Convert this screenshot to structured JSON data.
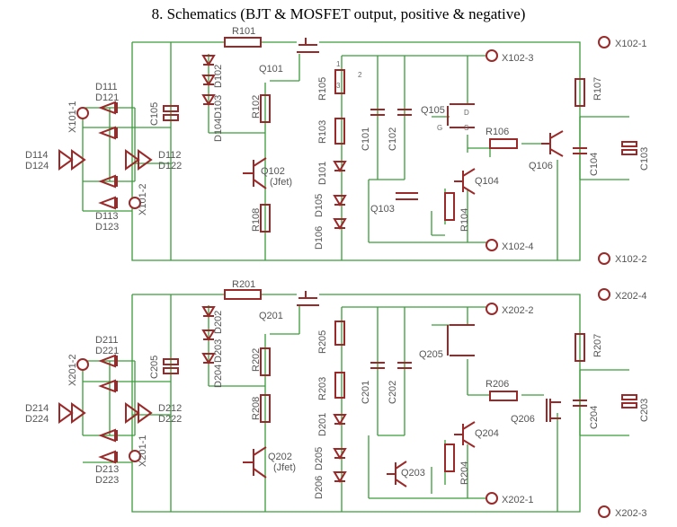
{
  "title": "8. Schematics (BJT & MOSFET output, positive & negative)",
  "colors": {
    "wire": "#3c9b3c",
    "component": "#9a2a2a",
    "label": "#555555"
  },
  "top": {
    "diodes": [
      "D111",
      "D121",
      "D113",
      "D123",
      "D114",
      "D124",
      "D112",
      "D122"
    ],
    "bridge_inputs": [
      "X101-1",
      "X101-2"
    ],
    "caps": [
      "C105",
      "C101",
      "C102",
      "C104",
      "C103"
    ],
    "resistors": [
      "R101",
      "R102",
      "R103",
      "R104",
      "R105",
      "R106",
      "R107",
      "R108"
    ],
    "leds": [
      "D102",
      "D103",
      "D104",
      "D101",
      "D105",
      "D106"
    ],
    "transistors": [
      "Q101",
      "Q102",
      "Q103",
      "Q104",
      "Q105",
      "Q106"
    ],
    "jfet": "(Jfet)",
    "outputs": [
      "X102-1",
      "X102-2",
      "X102-3",
      "X102-4"
    ],
    "pins": [
      "1",
      "2",
      "3",
      "G",
      "S",
      "D"
    ]
  },
  "bottom": {
    "diodes": [
      "D211",
      "D221",
      "D213",
      "D223",
      "D214",
      "D224",
      "D212",
      "D222"
    ],
    "bridge_inputs": [
      "X201-2",
      "X201-1"
    ],
    "caps": [
      "C205",
      "C201",
      "C202",
      "C204",
      "C203"
    ],
    "resistors": [
      "R201",
      "R202",
      "R203",
      "R204",
      "R205",
      "R206",
      "R207",
      "R208"
    ],
    "leds": [
      "D202",
      "D203",
      "D204",
      "D201",
      "D205",
      "D206"
    ],
    "transistors": [
      "Q201",
      "Q202",
      "Q203",
      "Q204",
      "Q205",
      "Q206"
    ],
    "jfet": "(Jfet)",
    "outputs": [
      "X202-4",
      "X202-3",
      "X202-2",
      "X202-1"
    ]
  }
}
